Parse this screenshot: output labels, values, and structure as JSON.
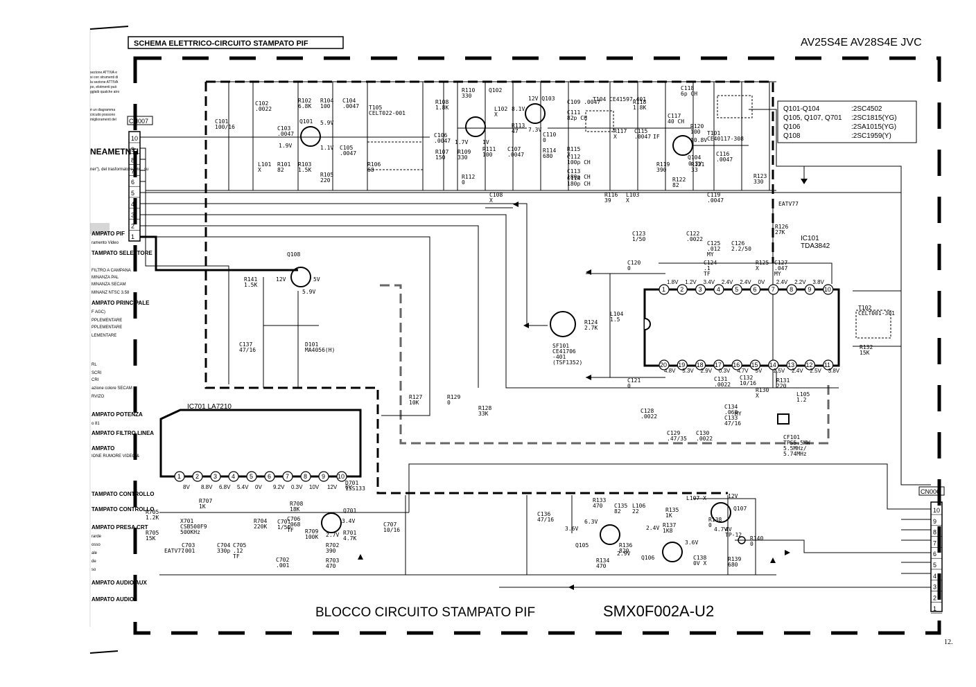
{
  "header": {
    "left_title": "SCHEMA ELETTRICO-CIRCUITO STAMPATO PIF",
    "right_title": "AV25S4E AV28S4E JVC",
    "page_number": "12."
  },
  "side_legend": {
    "note_lines": [
      "sezione ATTIVA e",
      "si con strumenti di",
      "la sezione ATTIVA",
      "po, elotmenti può",
      "gglaib qualche atro",
      "è un diagramma",
      "circuito possono",
      "miglioramenti del"
    ],
    "heading": "NEAMETNTI",
    "subheading": "ner\"), del trasformatore, etc., su",
    "items": [
      "AMPATO PIF",
      "ramento Video",
      "TAMPATO SELETTORE",
      "FILTRO A CAMPANA",
      "MINANZA PAL",
      "MINANZA SECAM",
      "MINANZ NTSC 3.58",
      "AMPATO PRINCIPALE",
      "F AGC)",
      "PPLEMENTARE",
      "PPLEMENTARE",
      "LEMENTARE",
      "RL",
      "SCRI",
      "CRI",
      "azione colore SECAM",
      "RVIZO",
      "AMPATO POTENZA",
      "o 81",
      "AMPATO FILTRO LINEA",
      "AMPATO",
      "IONE RUMORE VIDEO &",
      "TAMPATO CONTROLLO",
      "TAMPATO CONTROLLO",
      "AMPATO PRESA CRT",
      "rarde",
      "osso",
      "ale",
      "de",
      "so",
      "AMPATO AUDIO AUX",
      "AMPATO AUDIO"
    ]
  },
  "connectors": {
    "cn007": {
      "label": "CN007",
      "pins": [
        "10",
        "9",
        "8",
        "7",
        "6",
        "5",
        "4",
        "3",
        "2",
        "1"
      ]
    },
    "cn006": {
      "label": "CN006",
      "pins": [
        "10",
        "9",
        "8",
        "7",
        "6",
        "5",
        "4",
        "3",
        "2",
        "1"
      ]
    }
  },
  "transistor_table": [
    [
      "Q101-Q104",
      ":2SC4502"
    ],
    [
      "Q105, Q107, Q701",
      ":2SC1815(YG)"
    ],
    [
      "Q106",
      ":2SA1015(YG)"
    ],
    [
      "Q108",
      ":2SC1959(Y)"
    ]
  ],
  "ic101": {
    "name": "IC101",
    "type": "TDA3842",
    "top_pins": [
      "1",
      "2",
      "3",
      "4",
      "5",
      "6",
      "7",
      "8",
      "9",
      "10"
    ],
    "bottom_pins": [
      "20",
      "19",
      "18",
      "17",
      "16",
      "15",
      "14",
      "13",
      "12",
      "11"
    ],
    "top_volts": [
      "1.8V",
      "1.2V",
      "3.4V",
      "2.4V",
      "2.4V",
      "0V",
      "2.4V",
      "2.2V",
      "3.8V"
    ],
    "bottom_volts": [
      "4.8V",
      "5.3V",
      "2.9V",
      "0.3V",
      "4.7V",
      "5V",
      "2.5V",
      "2.4V",
      "2.5V",
      "3.8V"
    ]
  },
  "ic701": {
    "name": "IC701  LA7210",
    "pins": [
      "1",
      "2",
      "3",
      "4",
      "5",
      "6",
      "7",
      "8",
      "9",
      "10"
    ],
    "volts": [
      "8V",
      "8.8V",
      "6.8V",
      "5.4V",
      "0V",
      "9.2V",
      "0.3V",
      "10V",
      "12V",
      "6V"
    ]
  },
  "labels": [
    "C101\n100/16",
    "C102\n.0022",
    "C103\n.0047",
    "Q101",
    "5.9V",
    "1.9V",
    "1.1V",
    "R102\n6.8K",
    "R104\n100",
    "C104\n.0047",
    "L101\nX",
    "R101\n82",
    "R103\n1.5K",
    "R105\n220",
    "C105\n.0047",
    "R106\n68",
    "T105\nCELT022-001",
    "R108\n1.8K",
    "R110\n330",
    "Q102",
    "L102\nX",
    "8.1V",
    "12V Q103",
    "R113\n47",
    "7.3V",
    "C106\n.0047",
    "1.7V",
    "R107\n150",
    "R109\n330",
    "1V",
    "R111\n100",
    "C107\n.0047",
    "R112\n0",
    "C108\nX",
    "C110\n0",
    "R114\n680",
    "C109 .0047",
    "T104 CE41597-401",
    "C111\n82p CH",
    "R115\nX",
    "C112\n100p CH",
    "C113\n180p CH",
    "C114\n180p CH",
    "R116\n39",
    "L103\nX",
    "R117\nX",
    "C115\n.0047",
    "IF",
    "R118\n1.8K",
    "C118\n6p CH",
    "C117\n40 CH",
    "R120\n100",
    "10.8V",
    "T101\nCE40117-308",
    "Q104",
    "0.3V",
    "R119\n390",
    "R121\n33",
    "R122\n82",
    "C116\n.0047",
    "C119\n.0047",
    "R123\n330",
    "EATV77",
    "C123\n1/50",
    "C122\n.0022",
    "C125\n.012\nMY",
    "C126\n2.2/50",
    "R126\n27K",
    "C120\n0",
    "C124\n.1\nTF",
    "R125\nX",
    "C127\n.047\nMY",
    "L104\n1.5",
    "R124\n2.7K",
    "SF101\nCE41706\n-401\n(TSF1352)",
    "T102\nCELT001-301",
    "R132\n15K",
    "C121\n0",
    "C131\n.0022",
    "C132\n10/16",
    "C134\n.068",
    "C133\n47/16",
    "MY",
    "R130\nX",
    "R131\n220",
    "L105\n1.2",
    "CF101\nTPS5.5MW\n5.5MHz/\n5.74MHz",
    "C128\n.0022",
    "C129\n.47/35",
    "C130\n.0022",
    "Q108",
    "R141\n1.5K",
    "12V",
    "5V",
    "5.9V",
    "C137\n47/16",
    "D101\nMA4056(H)",
    "R127\n10K",
    "R129\n0",
    "R128\n33K",
    "R705\n1.2K",
    "R705\n15K",
    "X701\nCSB500F9\n500KHz",
    "R707\n1K",
    "C703\n.001",
    "C704\n330p",
    "C705\n.12\nTF",
    "R704\n220K",
    "C701\n1/50",
    "C702\n.001",
    "R708\n18K",
    "C706\n.068\nTF",
    "R709\n100K",
    "Q701",
    "3.4V",
    "2.7V",
    "R701\n4.7K",
    "R702\n390",
    "R703\n470",
    "D701\n1SS133",
    "C707\n10/16",
    "C136\n47/16",
    "EATV77",
    "R133\n470",
    "C135\n82",
    "L106\n22",
    "6.3V",
    "3.6V",
    "Q105",
    "R136\n820",
    "2.9V",
    "R134\n470",
    "L107 X",
    "R135\n1K",
    "R137\n1K8",
    "R138\n0",
    "2.4V",
    "Q106",
    "3.6V",
    "C138\n0V X",
    "12V",
    "Q107",
    "4.7V",
    "4V\nTP-12",
    "R140\n0",
    "R139\n680"
  ],
  "footer": {
    "block_title": "BLOCCO CIRCUITO STAMPATO PIF",
    "model": "SMX0F002A-U2"
  }
}
